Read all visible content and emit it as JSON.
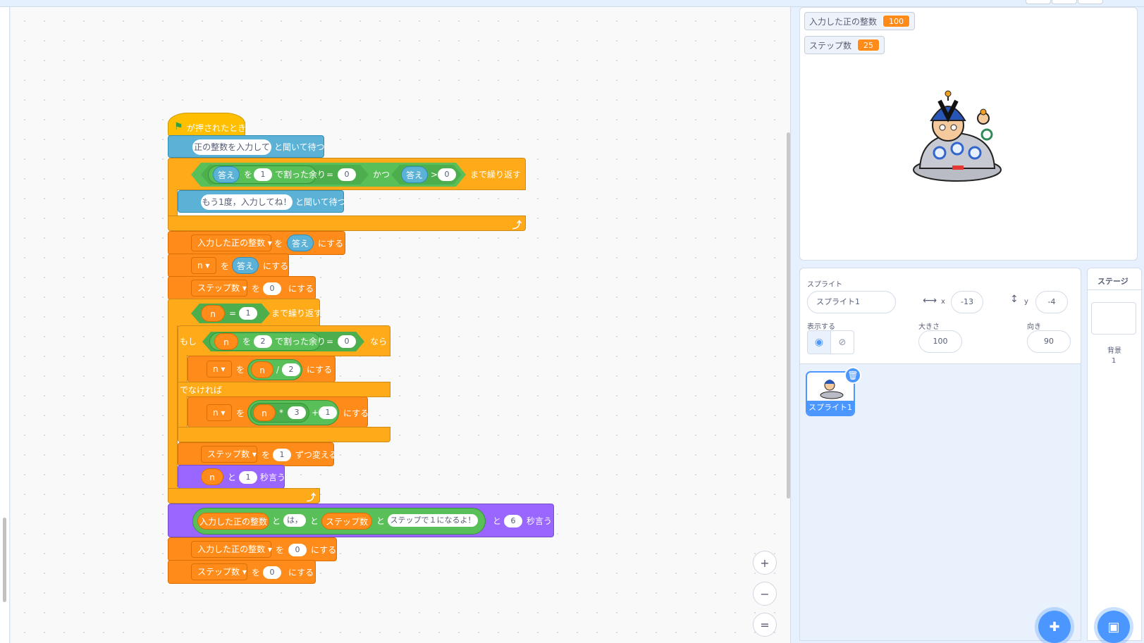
{
  "code": {
    "hat_label": "が押されたとき",
    "ask1": {
      "prompt": "正の整数を入力して",
      "suffix": "と聞いて待つ"
    },
    "repeat1": {
      "reporter1": "答え",
      "wo": "を",
      "num1": "1",
      "mod_label": "で割った余り",
      "eq": "=",
      "num2": "0",
      "and": "かつ",
      "reporter2": "答え",
      "gt": ">",
      "num3": "0",
      "suffix": "まで繰り返す"
    },
    "ask2": {
      "prompt": "もう1度，入力してね！",
      "suffix": "と聞いて待つ"
    },
    "set1": {
      "var": "入力した正の整数",
      "wo": "を",
      "value": "答え",
      "suffix": "にする"
    },
    "set2": {
      "var": "n",
      "wo": "を",
      "value": "答え",
      "suffix": "にする"
    },
    "set3": {
      "var": "ステップ数",
      "wo": "を",
      "value": "0",
      "suffix": "にする"
    },
    "repeat2": {
      "var": "n",
      "eq": "=",
      "num": "1",
      "suffix": "まで繰り返す"
    },
    "if": {
      "label": "もし",
      "var": "n",
      "wo": "を",
      "num1": "2",
      "mod_label": "で割った余り",
      "eq": "=",
      "num2": "0",
      "suffix": "なら"
    },
    "set4": {
      "var": "n",
      "wo": "を",
      "op_var": "n",
      "op": "/",
      "num": "2",
      "suffix": "にする"
    },
    "else_label": "でなければ",
    "set5": {
      "var": "n",
      "wo": "を",
      "op_var": "n",
      "op1": "*",
      "num1": "3",
      "op2": "+",
      "num2": "1",
      "suffix": "にする"
    },
    "change": {
      "var": "ステップ数",
      "wo": "を",
      "num": "1",
      "suffix": "ずつ変える"
    },
    "say1": {
      "var": "n",
      "to": "と",
      "num": "1",
      "suffix": "秒言う"
    },
    "say2": {
      "r1": "入力した正の整数",
      "to1": "と",
      "s1": "は，",
      "to2": "と",
      "r2": "ステップ数",
      "to3": "と",
      "s2": "ステップで１になるよ！",
      "to4": "と",
      "num": "6",
      "suffix": "秒言う"
    },
    "set6": {
      "var": "入力した正の整数",
      "wo": "を",
      "value": "0",
      "suffix": "にする"
    },
    "set7": {
      "var": "ステップ数",
      "wo": "を",
      "value": "0",
      "suffix": "にする"
    }
  },
  "zoom": {
    "in": "+",
    "out": "−",
    "reset": "="
  },
  "stage": {
    "monitors": [
      {
        "label": "入力した正の整数",
        "value": "100"
      },
      {
        "label": "ステップ数",
        "value": "25"
      }
    ]
  },
  "sprite_info": {
    "title": "スプライト",
    "name": "スプライト1",
    "x_label": "x",
    "x": "-13",
    "y_label": "y",
    "y": "-4",
    "show_label": "表示する",
    "size_label": "大きさ",
    "size": "100",
    "direction_label": "向き",
    "direction": "90",
    "sprites": [
      {
        "name": "スプライト1"
      }
    ]
  },
  "stage_panel": {
    "title": "ステージ",
    "backdrop_label": "背景",
    "backdrop_count": "1"
  }
}
